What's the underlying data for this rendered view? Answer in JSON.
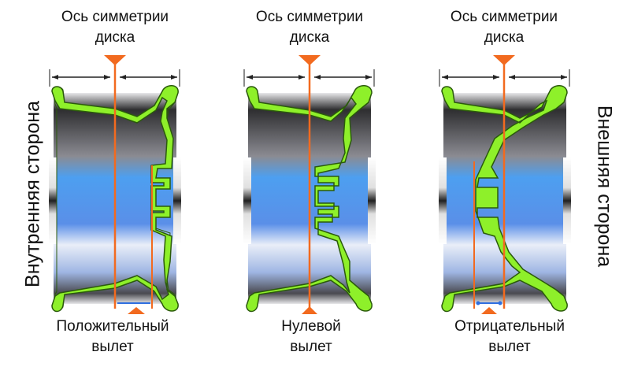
{
  "side_labels": {
    "inner": "Внутренняя сторона",
    "outer": "Внешняя сторона"
  },
  "panels": [
    {
      "axis_label_line1": "Ось симметрии",
      "axis_label_line2": "диска",
      "type_label_line1": "Положительный",
      "type_label_line2": "вылет",
      "offset": "positive"
    },
    {
      "axis_label_line1": "Ось симметрии",
      "axis_label_line2": "диска",
      "type_label_line1": "Нулевой",
      "type_label_line2": "вылет",
      "offset": "zero"
    },
    {
      "axis_label_line1": "Ось симметрии",
      "axis_label_line2": "диска",
      "type_label_line1": "Отрицательный",
      "type_label_line2": "вылет",
      "offset": "negative"
    }
  ],
  "colors": {
    "profile": "#8ef02a",
    "profile_outline": "#2b5a0c",
    "axis": "#f26a1f",
    "offset_arrow": "#2f6fe0",
    "sky": "#4d9ff0",
    "metal_dark": "#3a3a3a"
  }
}
